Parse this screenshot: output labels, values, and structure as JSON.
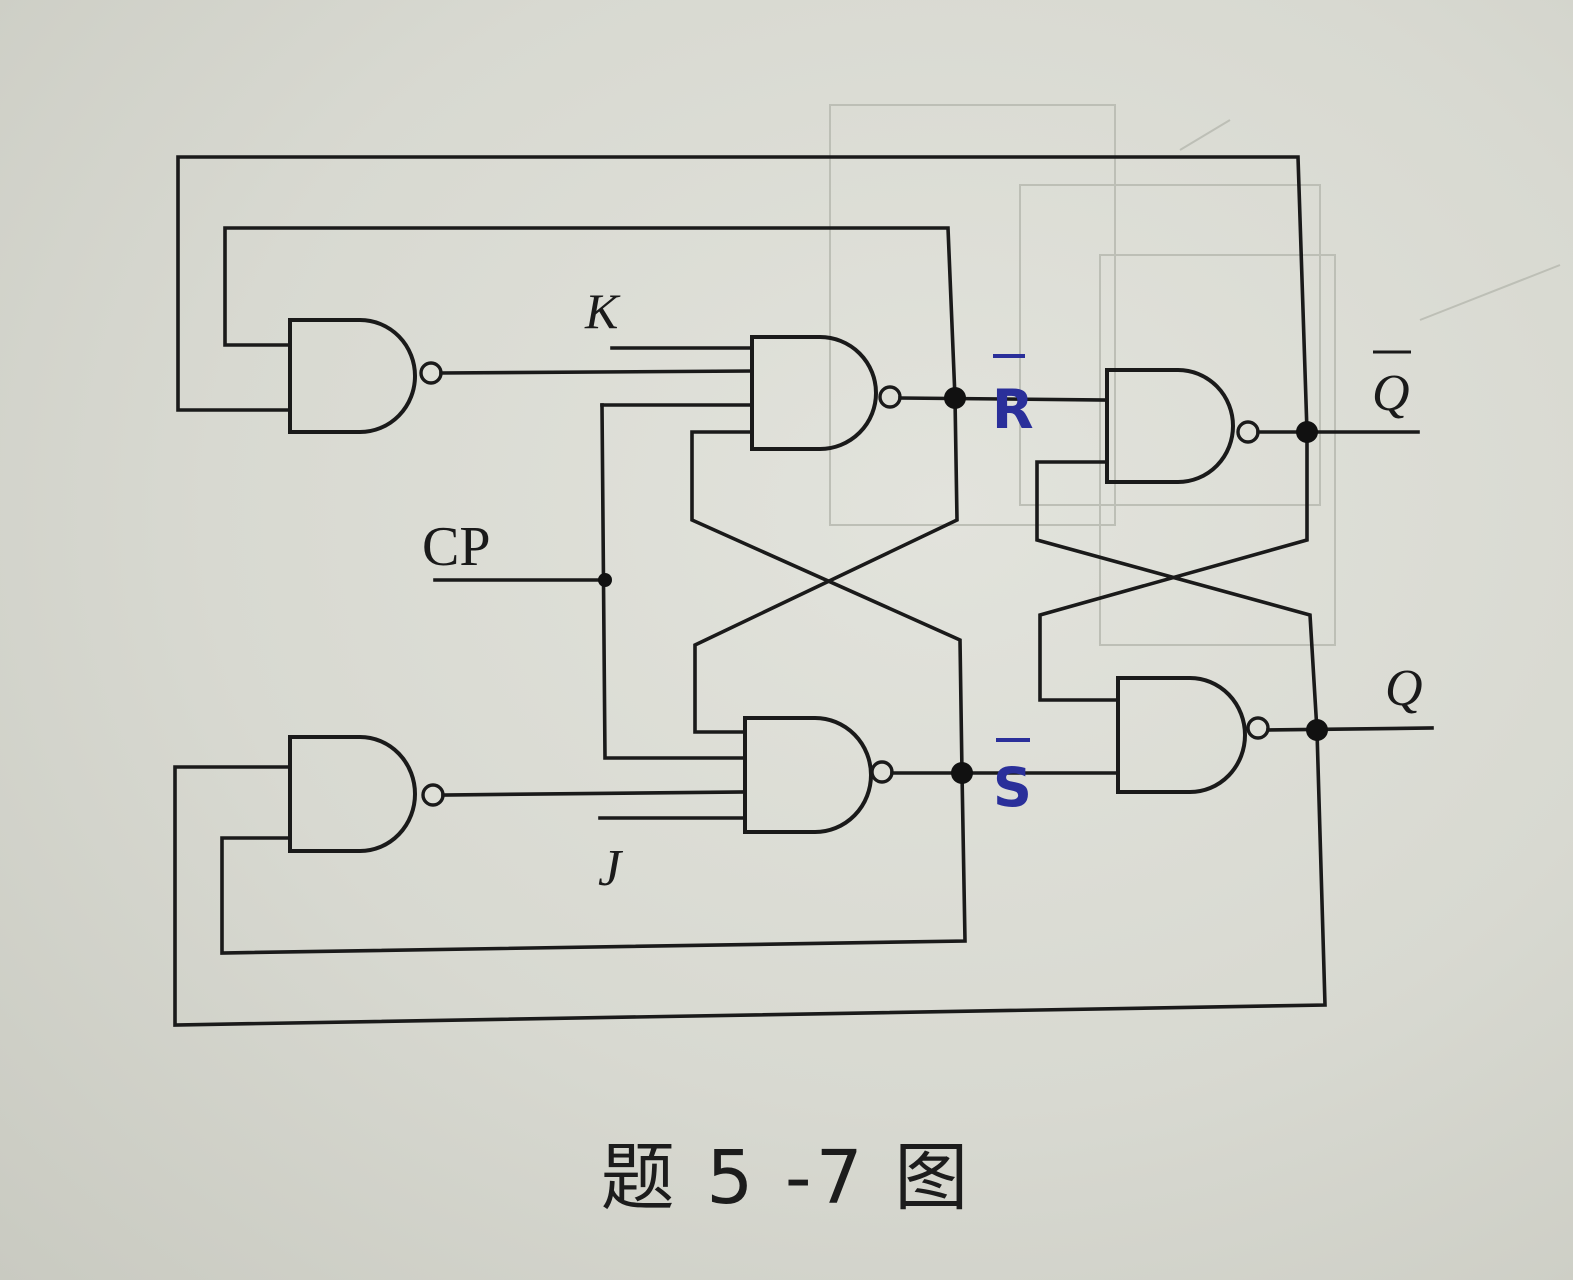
{
  "diagram": {
    "caption": "题 5 -7 图",
    "labels": {
      "k_input": "K",
      "j_input": "J",
      "clock_input": "CP",
      "r_bar_node": "R",
      "s_bar_node": "S",
      "q_bar_output": "Q",
      "q_output": "Q"
    },
    "annotation_color": "#2a2f9a",
    "gates": [
      "feedback-nand-top",
      "feedback-nand-bottom",
      "master-nand-top",
      "master-nand-bottom",
      "slave-nand-top",
      "slave-nand-bottom"
    ]
  }
}
